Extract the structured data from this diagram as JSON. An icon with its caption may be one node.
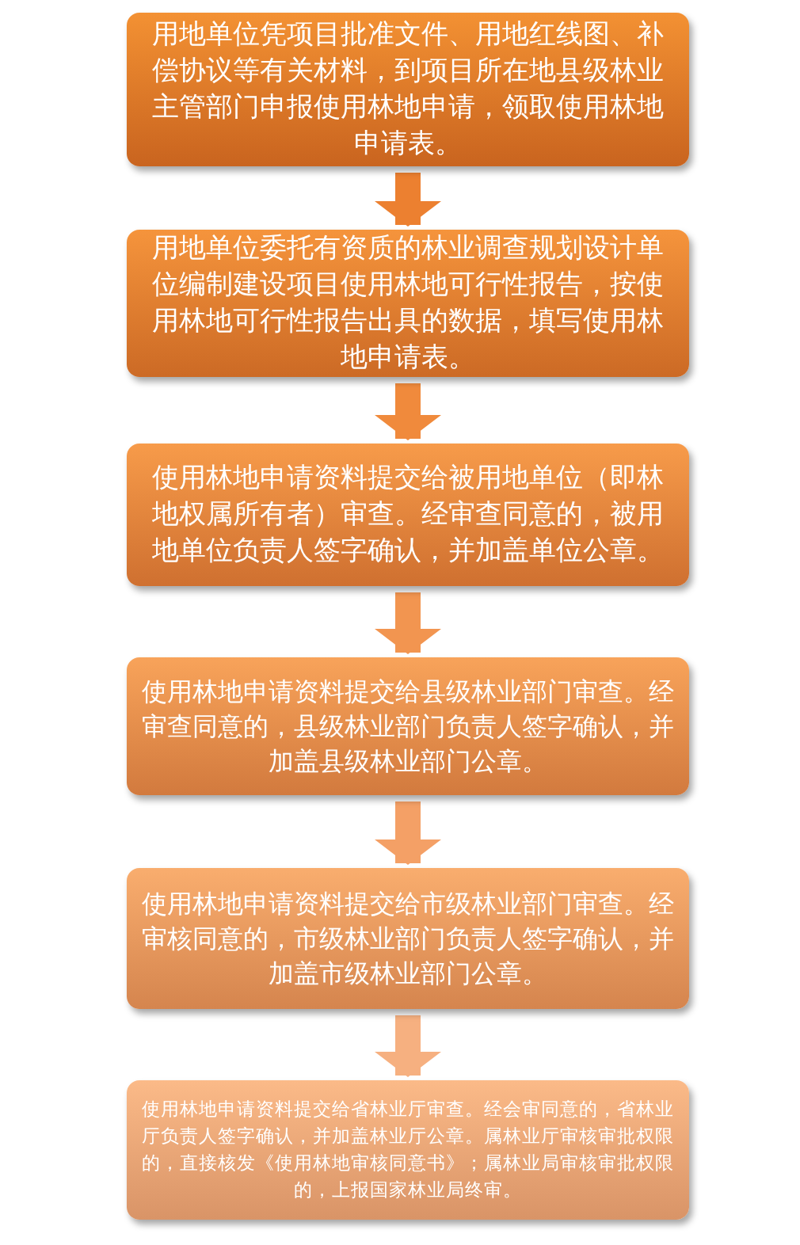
{
  "diagram": {
    "nodes": [
      {
        "text": [
          "用地单位凭项目批准文件、用地红线图、补偿协议等有关材料，到项目所在地县级林业主管部门申报使用林地申请，领取使用林地申请表。"
        ]
      },
      {
        "text": [
          "用地单位委托有资质的林业调查规划设计单位编制建设项目使用林地可行性报告，按使用林地可行性报告出具的数据，填写使用林地申请表。"
        ]
      },
      {
        "text": [
          "使用林地申请资料提交给被用地单位（即林地权属所有者）审查。经审查同意的，被用地单位负责人签字确认，并加盖单位公章。"
        ]
      },
      {
        "text": [
          "使用林地申请资料提交给县级林业部门审查。经审查同意的，县级林业部门负责人签字确认，并加盖县级林业部门公章。"
        ]
      },
      {
        "text": [
          "使用林地申请资料提交给市级林业部门审查。经审核同意的，市级林业部门负责人签字确认，并加盖市级林业部门公章。"
        ]
      },
      {
        "text": [
          "使用林地申请资料提交给省林业厅审查。经会审同意的，省林业厅负责人签字确认，并加盖林业厅公章。属林业厅审核审批权限的，直接核发《使用林地审核同意书》；属林业局审核审批权限的，上报国家林业局终审。"
        ]
      }
    ],
    "edges": [
      {
        "from": 0,
        "to": 1,
        "arrow": "to"
      },
      {
        "from": 1,
        "to": 2,
        "arrow": "to"
      },
      {
        "from": 2,
        "to": 3,
        "arrow": "to"
      },
      {
        "from": 3,
        "to": 4,
        "arrow": "to"
      },
      {
        "from": 4,
        "to": 5,
        "arrow": "to"
      }
    ]
  }
}
